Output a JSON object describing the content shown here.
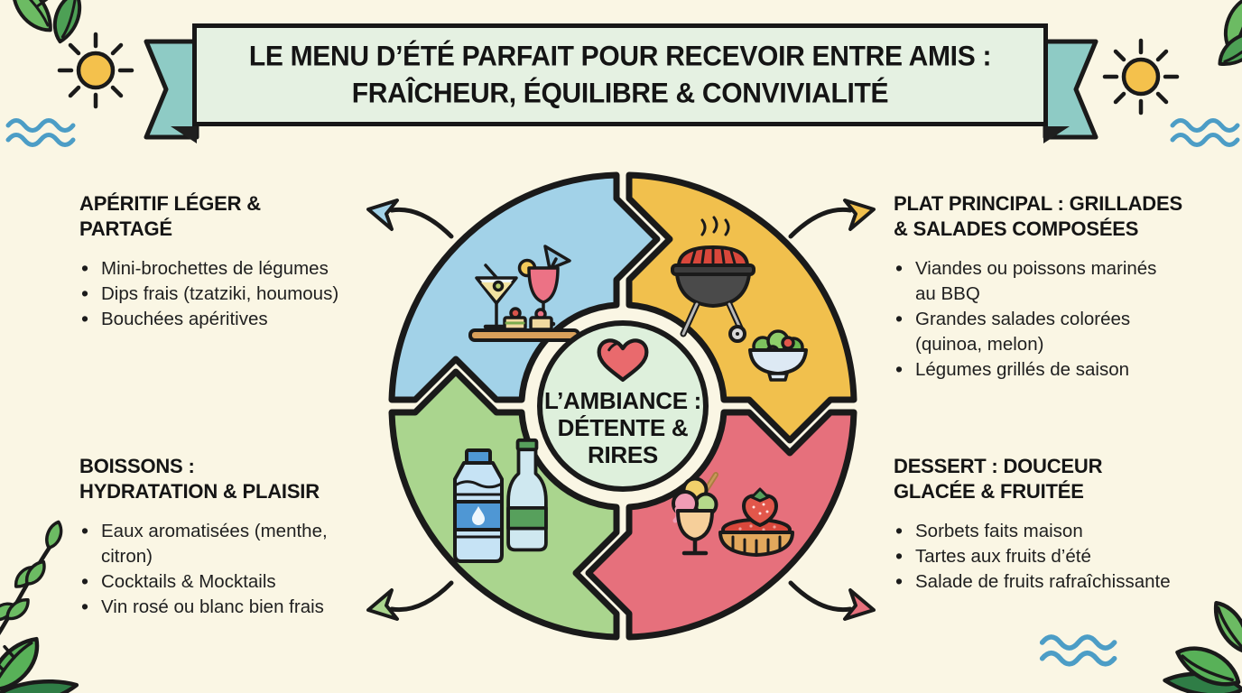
{
  "banner": {
    "title_line1": "LE MENU D’ÉTÉ PARFAIT POUR RECEVOIR ENTRE AMIS :",
    "title_line2": "FRAÎCHEUR, ÉQUILIBRE & CONVIVIALITÉ"
  },
  "center": {
    "icon": "heart-icon",
    "lines": [
      "L’AMBIANCE :",
      "DÉTENTE &",
      "RIRES"
    ]
  },
  "sections": [
    {
      "id": "aperitif",
      "position": "top-left",
      "quadrant_color": "#a2d2e8",
      "icon": "cocktail-tray-icon",
      "title_line1": "APÉRITIF LÉGER &",
      "title_line2": "PARTAGÉ",
      "items": [
        "Mini-brochettes de légumes",
        "Dips frais (tzatziki, houmous)",
        "Bouchées apéritives"
      ]
    },
    {
      "id": "plat-principal",
      "position": "top-right",
      "quadrant_color": "#f1c04d",
      "icon": "bbq-grill-salad-icon",
      "title_line1": "PLAT PRINCIPAL : GRILLADES",
      "title_line2": "& SALADES COMPOSÉES",
      "items": [
        "Viandes ou poissons marinés\nau BBQ",
        "Grandes salades colorées\n(quinoa, melon)",
        "Légumes grillés de saison"
      ]
    },
    {
      "id": "boissons",
      "position": "bottom-left",
      "quadrant_color": "#aad58e",
      "icon": "water-wine-bottles-icon",
      "title_line1": "BOISSONS :",
      "title_line2": "HYDRATATION & PLAISIR",
      "items": [
        "Eaux aromatisées (menthe,\ncitron)",
        "Cocktails & Mocktails",
        "Vin rosé ou blanc bien frais"
      ]
    },
    {
      "id": "dessert",
      "position": "bottom-right",
      "quadrant_color": "#e6707c",
      "icon": "sundae-tart-icon",
      "title_line1": "DESSERT : DOUCEUR",
      "title_line2": "GLACÉE & FRUITÉE",
      "items": [
        "Sorbets faits maison",
        "Tartes aux fruits d’été",
        "Salade de fruits rafraîchissante"
      ]
    }
  ],
  "colors": {
    "background": "#faf6e4",
    "banner_fill": "#e5f1e2",
    "ribbon_teal": "#8ecbc5",
    "outline": "#1a1a1a",
    "quadrant_blue": "#a2d2e8",
    "quadrant_yellow": "#f1c04d",
    "quadrant_green": "#aad58e",
    "quadrant_red": "#e6707c",
    "center_fill": "#def0dc",
    "heart": "#e96a6d",
    "wave_blue": "#4c9dc6",
    "sun_yellow": "#f4c14c",
    "leaf_green": "#64b55e",
    "text": "#1b1b1b"
  }
}
